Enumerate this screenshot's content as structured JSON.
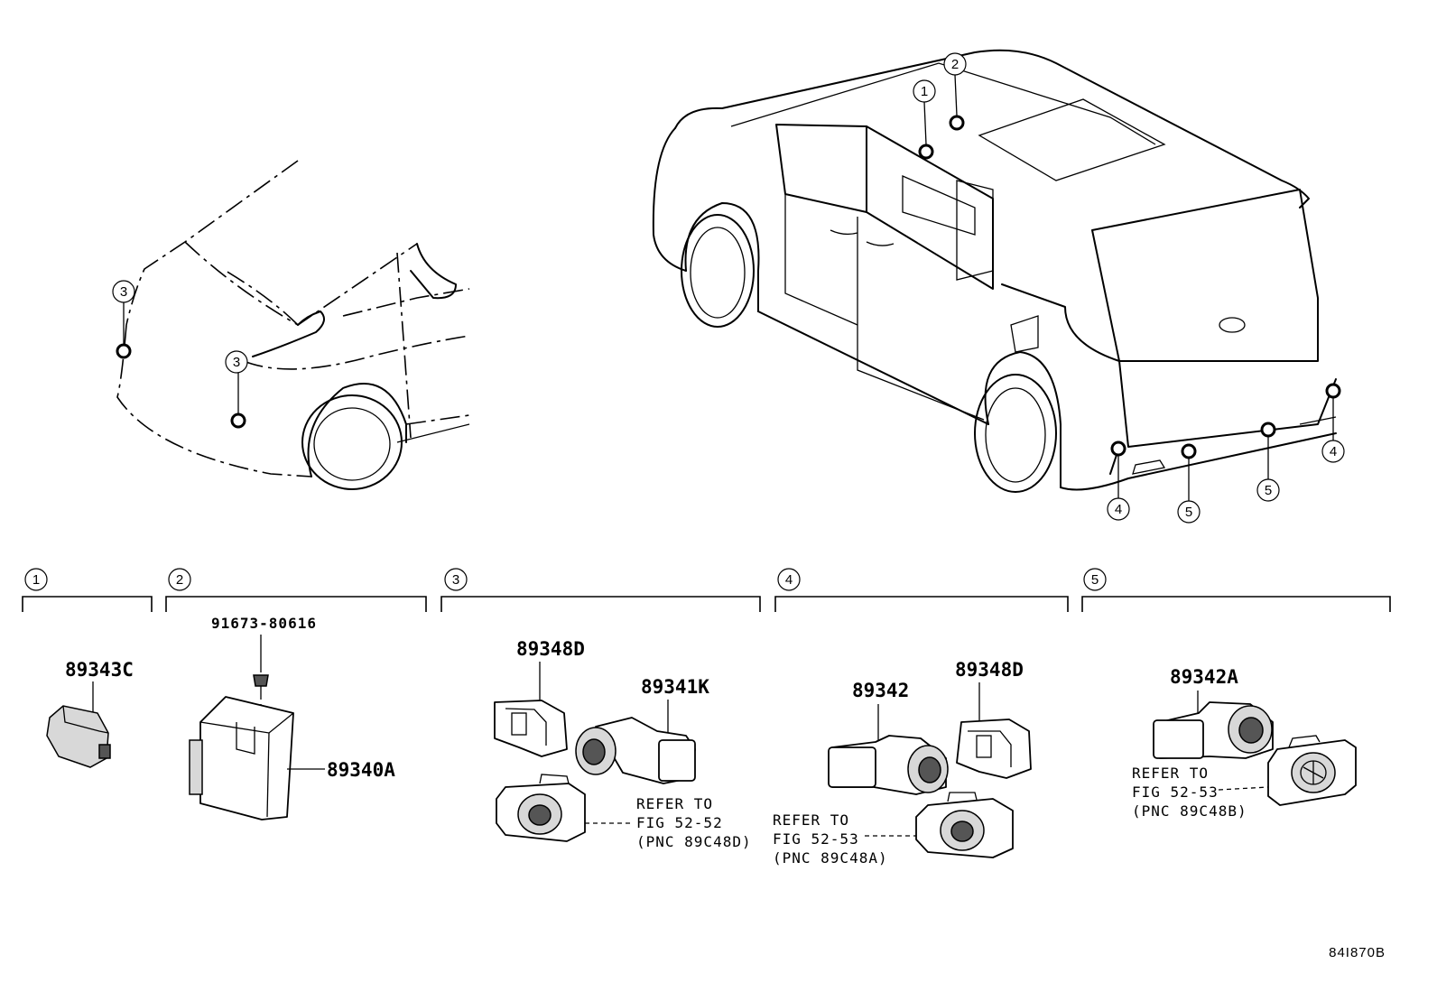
{
  "figure_code": "84I870B",
  "callouts": [
    "1",
    "2",
    "3",
    "4",
    "5"
  ],
  "groups": [
    {
      "id": "1",
      "parts": [
        "89343C"
      ]
    },
    {
      "id": "2",
      "parts": [
        "91673-80616",
        "89340A"
      ]
    },
    {
      "id": "3",
      "parts": [
        "89348D",
        "89341K"
      ],
      "refer": [
        "REFER TO",
        "FIG 52-52",
        "(PNC 89C48D)"
      ]
    },
    {
      "id": "4",
      "parts": [
        "89342",
        "89348D"
      ],
      "refer": [
        "REFER TO",
        "FIG 52-53",
        "(PNC 89C48A)"
      ]
    },
    {
      "id": "5",
      "parts": [
        "89342A"
      ],
      "refer": [
        "REFER TO",
        "FIG 52-53",
        "(PNC 89C48B)"
      ]
    }
  ]
}
